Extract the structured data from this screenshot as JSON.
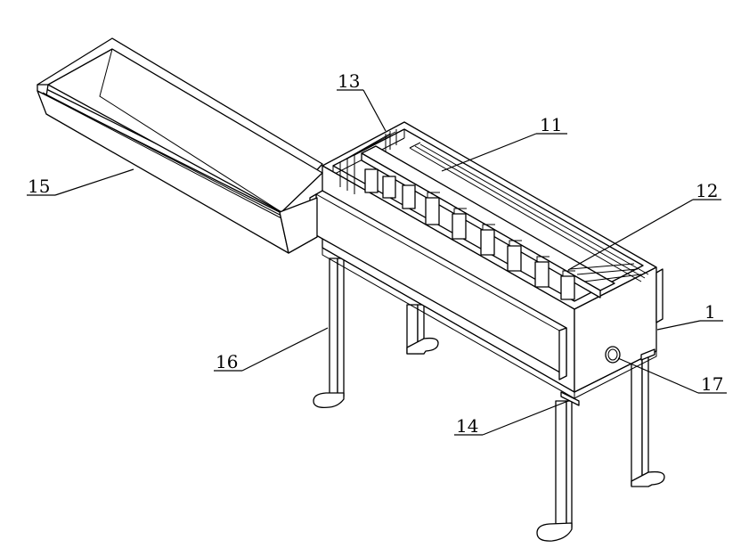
{
  "labels": {
    "l1": "1",
    "l11": "11",
    "l12": "12",
    "l13": "13",
    "l14": "14",
    "l15": "15",
    "l16": "16",
    "l17": "17"
  }
}
